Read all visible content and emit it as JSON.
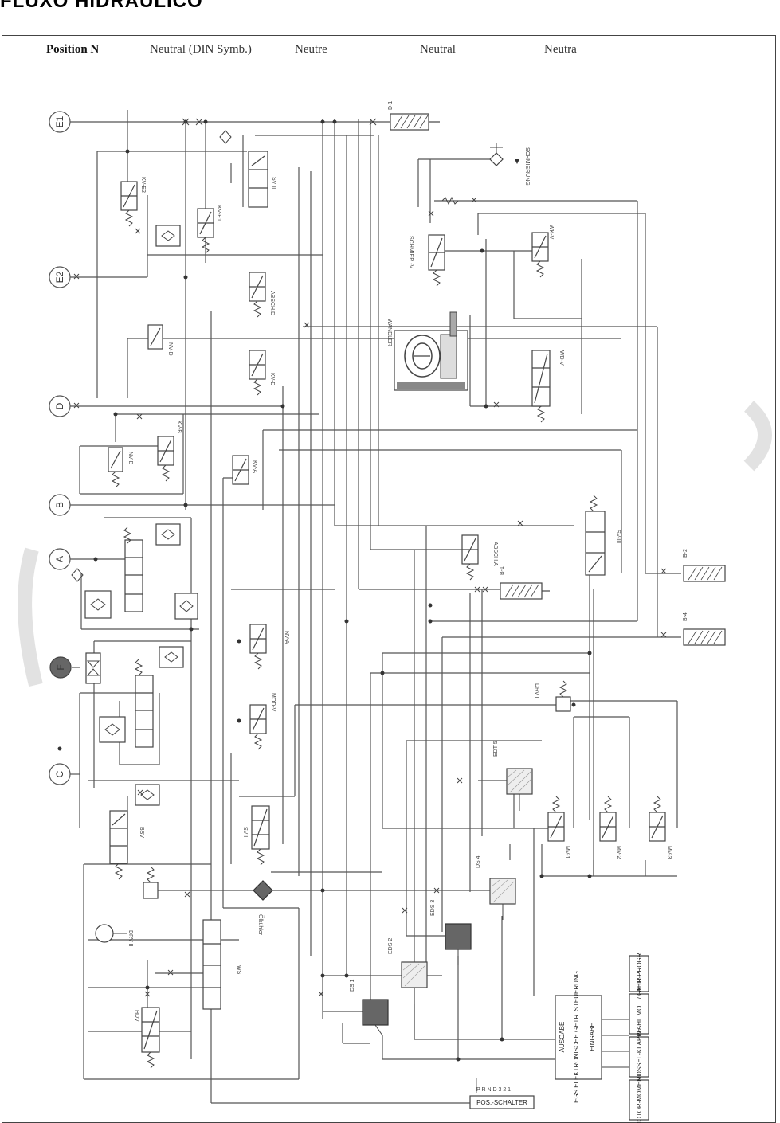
{
  "page_title": "FLUXO HIDRÁULICO",
  "header": {
    "position": "Position N",
    "neutral_din": "Neutral (DIN Symb.)",
    "neutre": "Neutre",
    "neutral": "Neutral",
    "neutra": "Neutra"
  },
  "ports": {
    "e1": "E1",
    "e2": "E2",
    "d": "D",
    "b": "B",
    "a": "A",
    "f": "F",
    "c": "C"
  },
  "components": {
    "kv_e2": "KV-E2",
    "kv_e1": "KV-E1",
    "sv_ii": "SV II",
    "absch_d": "ABSCH.D",
    "kv_d": "KV-D",
    "nv_d": "NV-D",
    "kv_b": "KV-B",
    "nv_b": "NV-B",
    "kv_a": "KV-A",
    "absch_a": "ABSCH.A",
    "sv_iii": "SV-III",
    "b_1": "B-1",
    "b_2": "B-2",
    "b_4": "B-4",
    "d_1": "D-1",
    "nv_a": "NV-A",
    "mod_v": "MOD-V",
    "sv_i": "SV I",
    "bsv": "BSV",
    "drv_ii": "DRV II",
    "drv_i": "DRV I",
    "mv_1": "MV-1",
    "mv_2": "MV-2",
    "mv_3": "MV-3",
    "edt_5": "EDT 5",
    "ds_4": "DS 4",
    "eds_3": "EDS 3",
    "eds_2": "EDS 2",
    "ds_1": "DS 1",
    "hdv": "HDV",
    "ws": "WS",
    "olkuhler": "Ölkühler",
    "wandler": "WANDLER",
    "schmier": "SCHMIERUNG",
    "schmier_v": "SCHMIER.-V",
    "wk_v": "WK-V",
    "wd_v": "WD-V",
    "pos_schalter": "POS.-SCHALTER",
    "pos_letters": "P R N D 3 2 1"
  },
  "controller": {
    "ausgabe": "AUSGABE",
    "title": "EGS ELEKTRONISCHE GETR. STEUERUNG",
    "eingabe": "EINGABE"
  },
  "inputs": [
    "FAHR-PROGR.",
    "DREHZAHL MOT. / GETR.",
    "DROSSEL-KLAPPE",
    "MOTOR-MOMENT"
  ]
}
